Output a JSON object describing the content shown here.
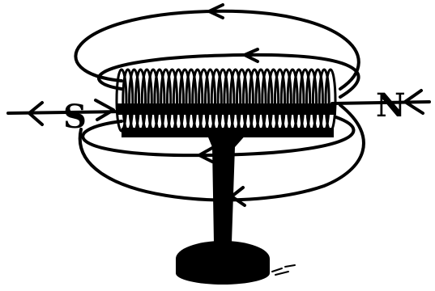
{
  "diagram": {
    "poles": {
      "south_label": "S",
      "north_label": "N"
    },
    "coil": {
      "turn_count": 34
    },
    "colors": {
      "ink": "#000000",
      "paper": "#ffffff"
    }
  }
}
